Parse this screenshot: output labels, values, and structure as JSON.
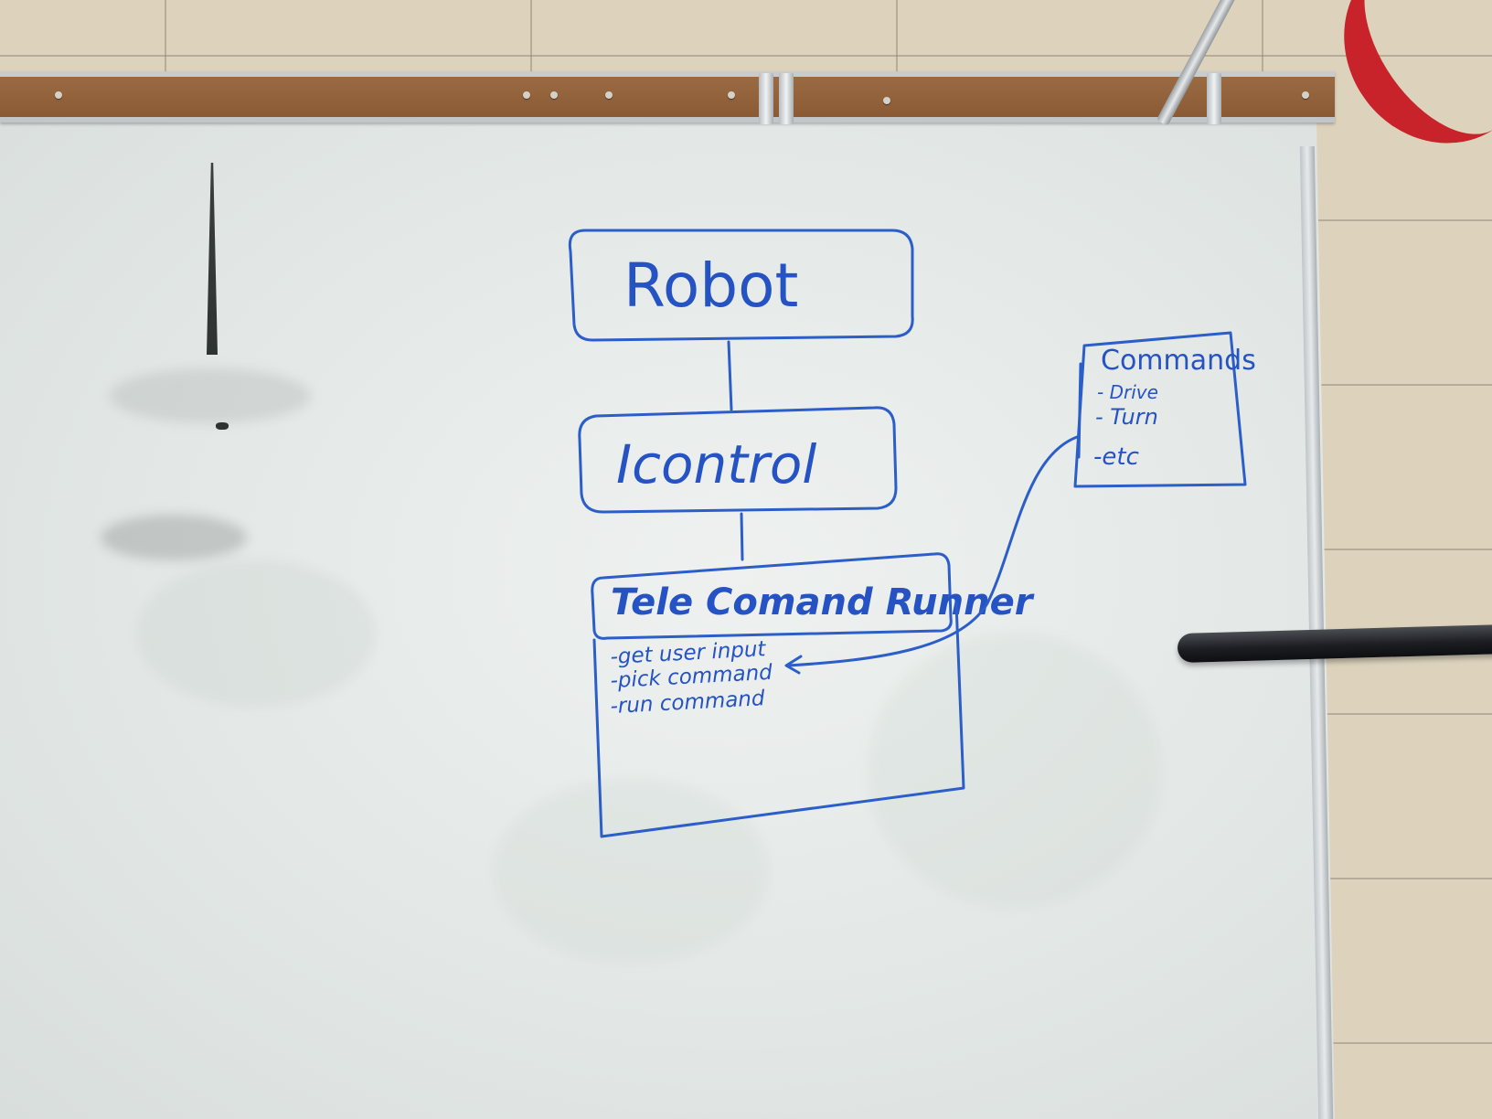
{
  "diagram": {
    "robot_box": {
      "label": "Robot"
    },
    "icontrol_box": {
      "label": "Icontrol"
    },
    "runner_box": {
      "label": "Tele Comand Runner",
      "items": [
        "-get user input",
        "-pick command",
        "-run command"
      ]
    },
    "commands_box": {
      "label": "Commands",
      "items": [
        "- Drive",
        "- Turn",
        "-etc"
      ]
    }
  },
  "colors": {
    "marker_blue": "#2c5ec9",
    "cork_brown": "#8a5a34",
    "wall_beige": "#ddd3bd"
  }
}
